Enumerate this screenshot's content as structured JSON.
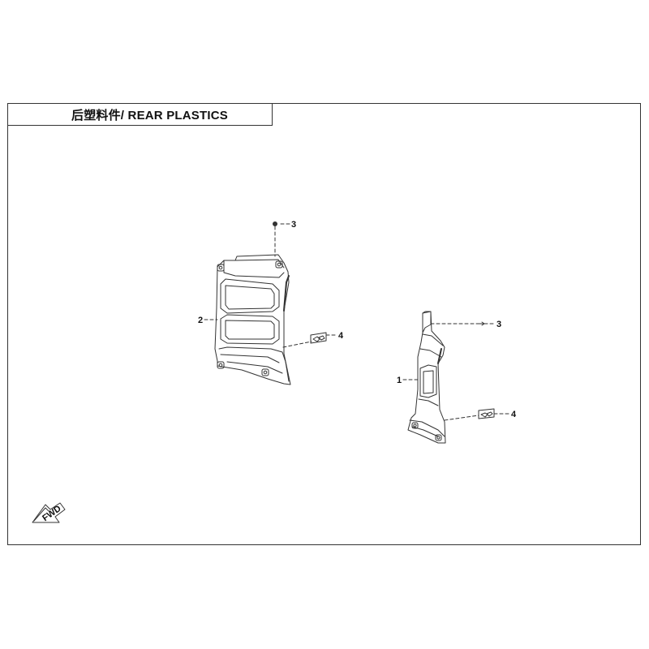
{
  "title": "后塑料件/ REAR PLASTICS",
  "fwd_label": "FWD",
  "callouts": {
    "left_panel": "2",
    "left_screw": "3",
    "left_clip": "4",
    "right_panel": "1",
    "right_screw": "3",
    "right_clip": "4"
  },
  "colors": {
    "line": "#333333",
    "fill": "#ffffff"
  }
}
